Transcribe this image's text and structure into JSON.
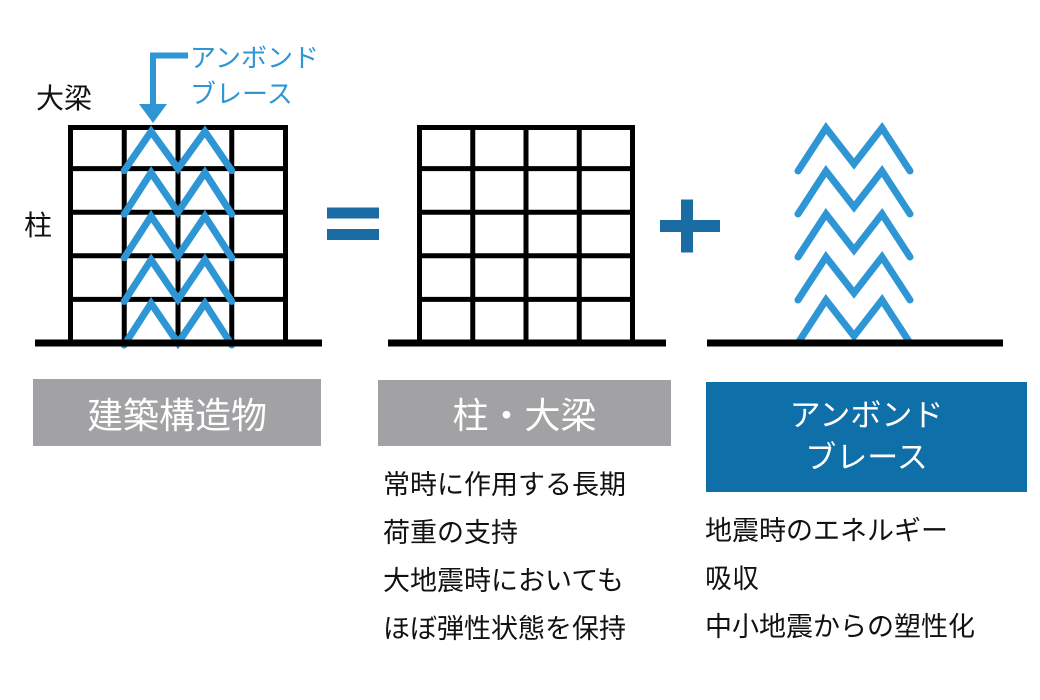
{
  "colors": {
    "brace_blue": "#2E96D4",
    "operator_blue": "#1B6CA4",
    "accent_box_blue": "#0F6FA8",
    "gray_box": "#A2A2A4",
    "structure_black": "#000000",
    "text_dark": "#111111"
  },
  "icons": {
    "braced_frame": "building-frame-with-zigzag-braces",
    "plain_frame": "building-frame-grid",
    "brace_stack": "zigzag-brace-stack",
    "equals": "equals-sign",
    "plus": "plus-sign",
    "callout_arrow": "down-arrow-callout"
  },
  "figure_left": {
    "label_girder": "大梁",
    "label_column": "柱",
    "callout": {
      "line1": "アンボンド",
      "line2": "ブレース"
    },
    "caption": "建築構造物"
  },
  "figure_middle": {
    "caption": "柱・大梁",
    "description_lines": [
      "常時に作用する長期",
      "荷重の支持",
      "大地震時においても",
      "ほぼ弾性状態を保持"
    ]
  },
  "figure_right": {
    "caption_line1": "アンボンド",
    "caption_line2": "ブレース",
    "description_lines": [
      "地震時のエネルギー",
      "吸収",
      "中小地震からの塑性化"
    ]
  }
}
